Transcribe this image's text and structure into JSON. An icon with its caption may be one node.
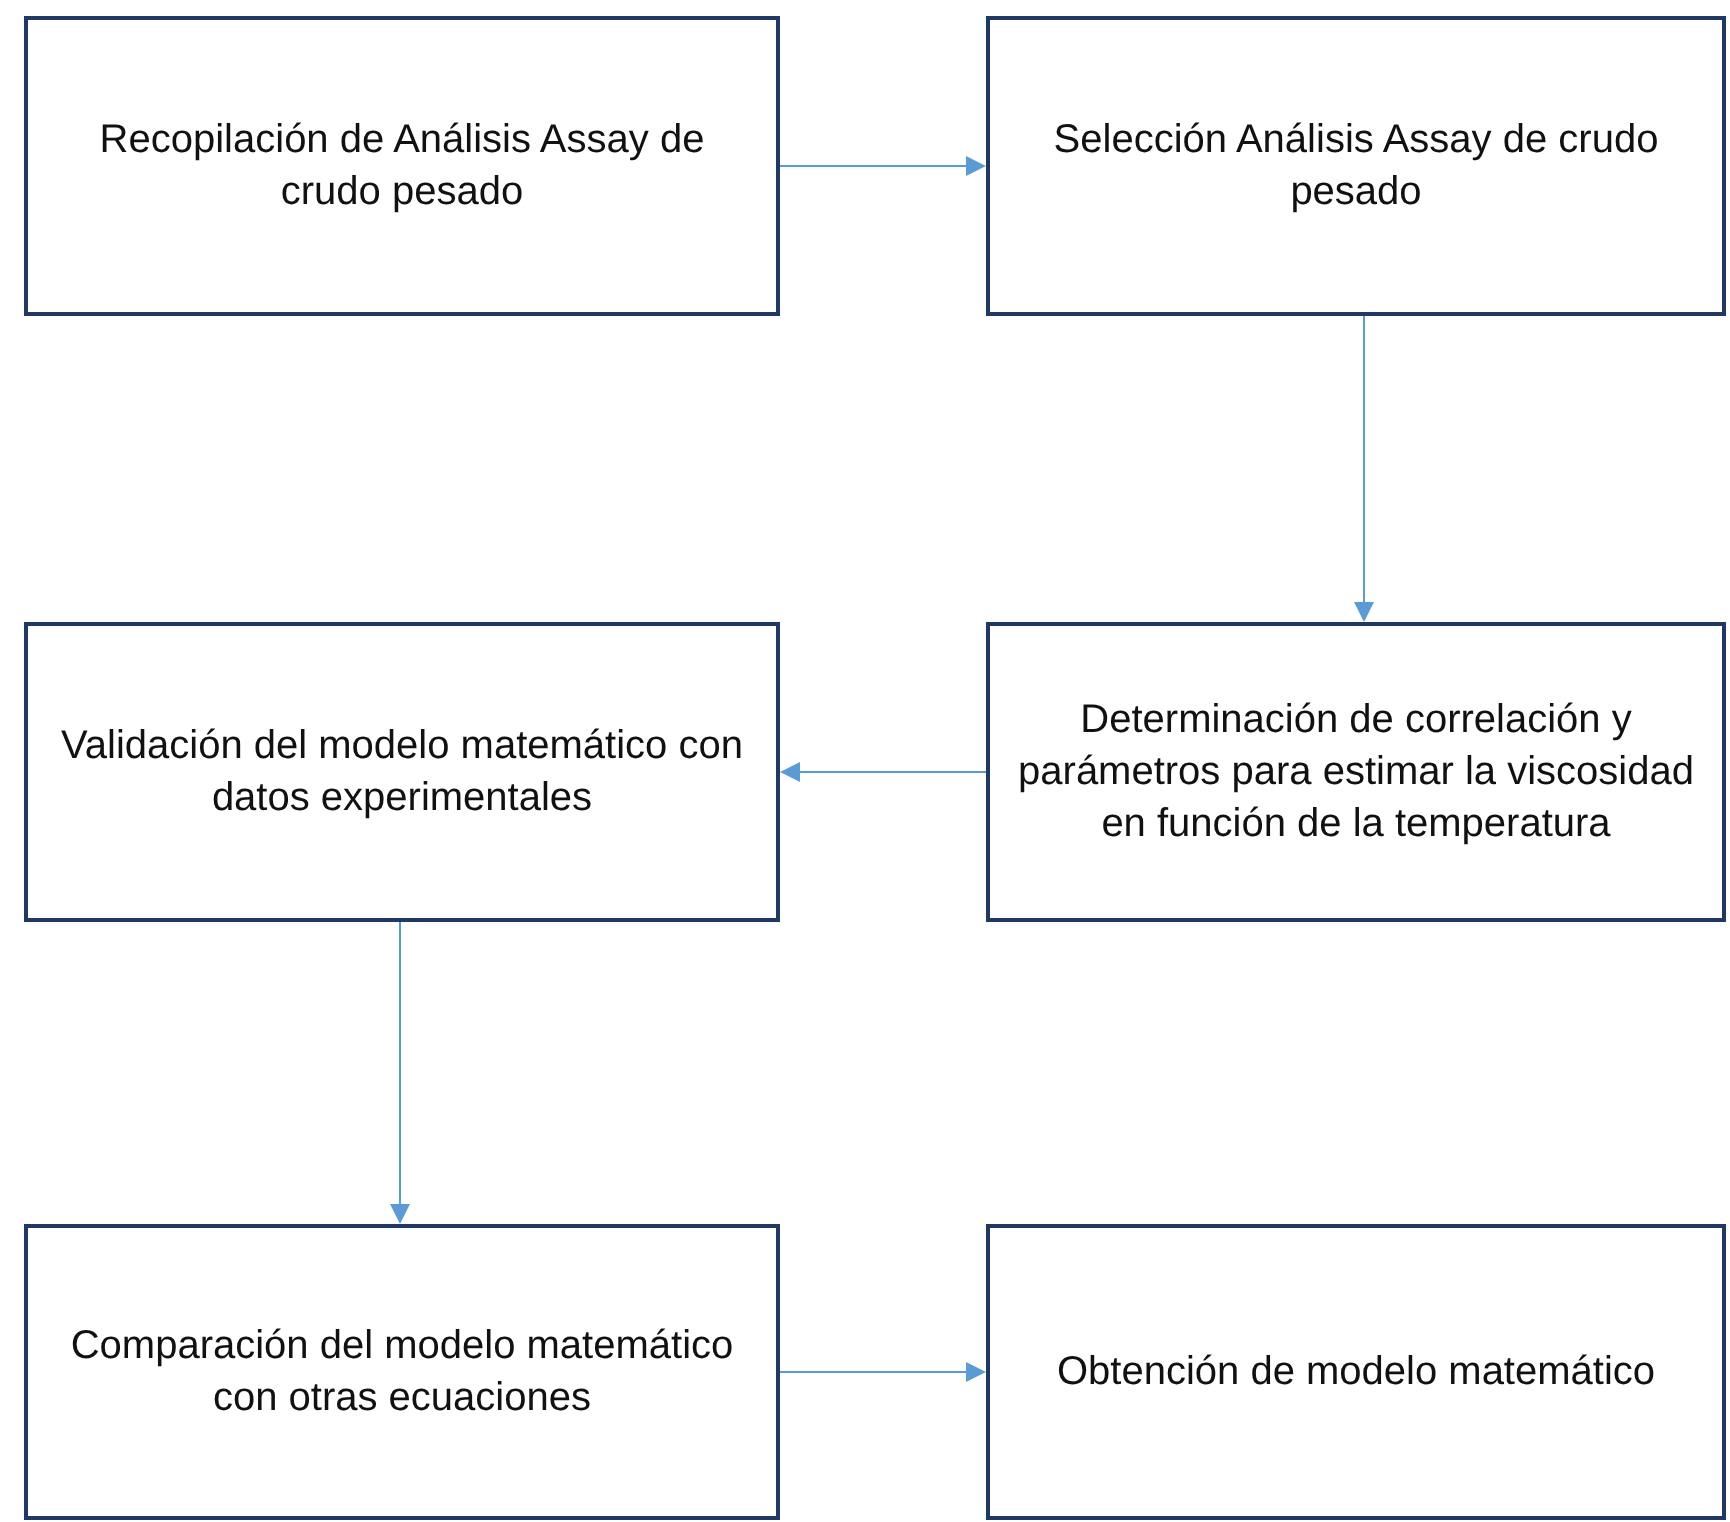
{
  "diagram": {
    "nodes": [
      {
        "text": [
          "Recopilación de Análisis Assay de crudo pesado"
        ]
      },
      {
        "text": [
          "Selección Análisis Assay de crudo pesado"
        ]
      },
      {
        "text": [
          "Validación del modelo matemático con datos experimentales"
        ]
      },
      {
        "text": [
          "Determinación de correlación y parámetros para estimar la viscosidad en función de la temperatura"
        ]
      },
      {
        "text": [
          "Comparación del modelo matemático con otras ecuaciones"
        ]
      },
      {
        "text": [
          "Obtención de modelo matemático"
        ]
      }
    ],
    "edges": [
      {
        "from": 0,
        "to": 1,
        "arrow": "to"
      },
      {
        "from": 1,
        "to": 3,
        "arrow": "to"
      },
      {
        "from": 3,
        "to": 2,
        "arrow": "to"
      },
      {
        "from": 2,
        "to": 4,
        "arrow": "to"
      },
      {
        "from": 4,
        "to": 5,
        "arrow": "to"
      }
    ]
  }
}
